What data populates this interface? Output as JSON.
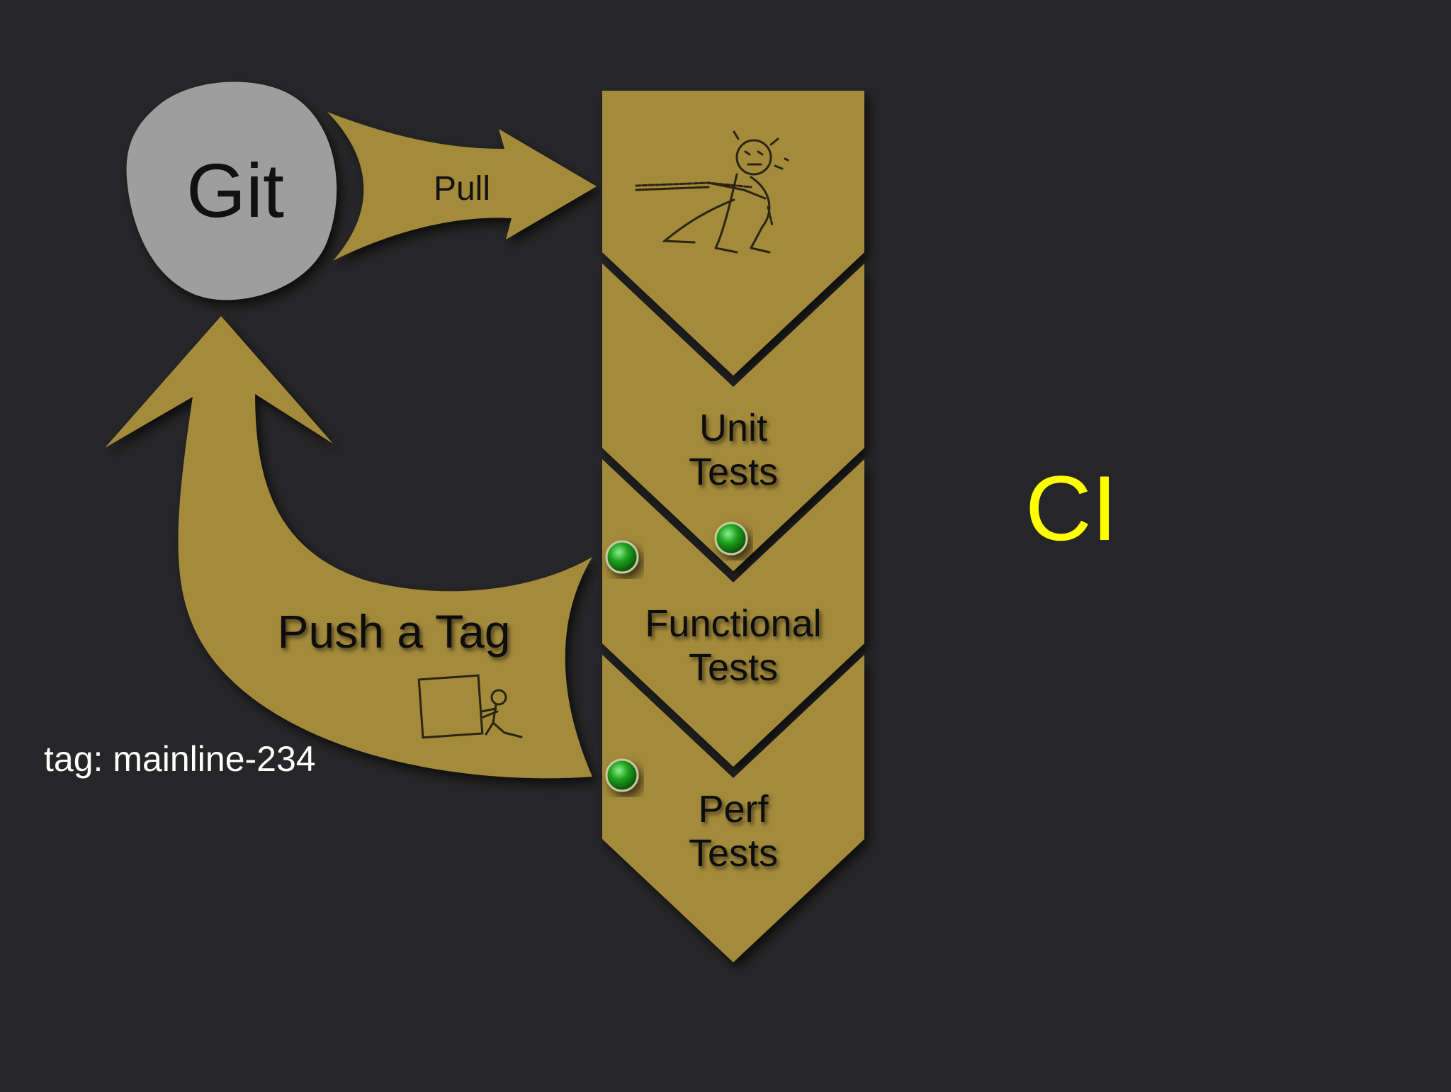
{
  "slide": {
    "background_color": "#262527",
    "accent_color": "#A48A3A",
    "git": {
      "label": "Git",
      "color": "#9E9E9E"
    },
    "pull_arrow": {
      "label": "Pull"
    },
    "push_arrow": {
      "label": "Push a Tag"
    },
    "tag_note": "tag: mainline-234",
    "ci_label": "CI",
    "ci_color": "#FFFF00",
    "pipeline": {
      "stages": [
        {
          "line1": "Unit",
          "line2": "Tests",
          "status": "passed"
        },
        {
          "line1": "Functional",
          "line2": "Tests",
          "status": "passed"
        },
        {
          "line1": "Perf",
          "line2": "Tests",
          "status": "passed"
        }
      ],
      "status_color": "#1FA21F",
      "first_stage_icon": "tug-of-war-figure-icon",
      "push_icon": "pushing-box-figure-icon"
    }
  }
}
